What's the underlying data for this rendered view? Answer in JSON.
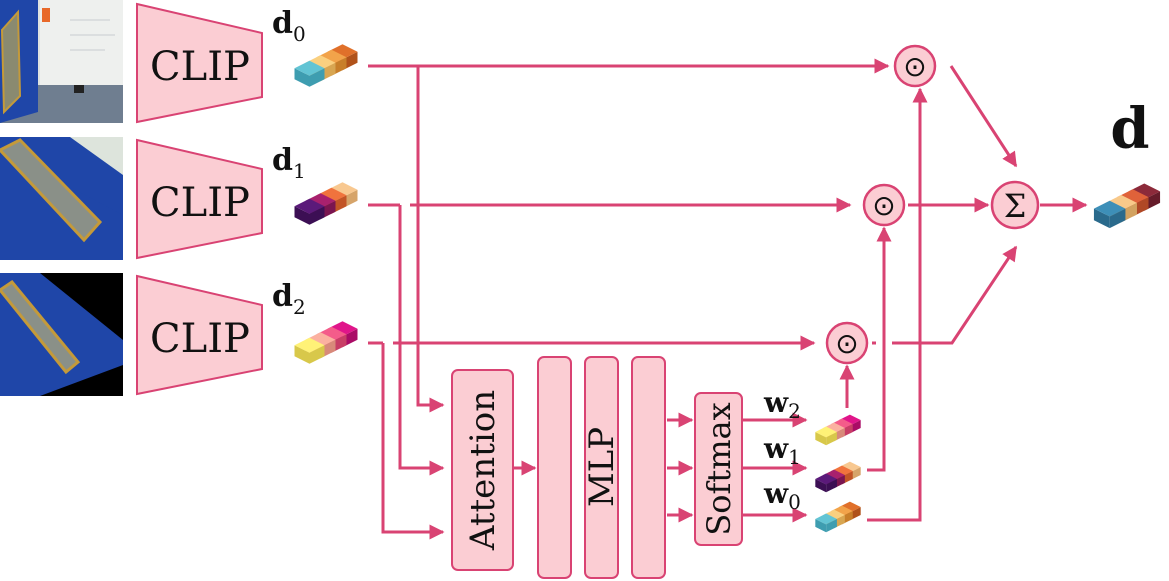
{
  "colors": {
    "accent": "#d94373",
    "block_fill": "#fbcdd3",
    "block_stroke": "#d94373",
    "text": "#111111"
  },
  "inputs": [
    {
      "image_name": "door-view-1-photo",
      "encoder_label": "CLIP",
      "embedding_label": "d",
      "embedding_subscript": "0",
      "palette": "teal-yellow-orange"
    },
    {
      "image_name": "door-view-2-photo",
      "encoder_label": "CLIP",
      "embedding_label": "d",
      "embedding_subscript": "1",
      "palette": "purple-magenta-peach"
    },
    {
      "image_name": "door-view-3-photo",
      "encoder_label": "CLIP",
      "embedding_label": "d",
      "embedding_subscript": "2",
      "palette": "yellow-pink-magenta"
    }
  ],
  "attention_label": "Attention",
  "mlp_label": "MLP",
  "softmax_label": "Softmax",
  "weights": [
    {
      "label": "w",
      "subscript": "2"
    },
    {
      "label": "w",
      "subscript": "1"
    },
    {
      "label": "w",
      "subscript": "0"
    }
  ],
  "multiply_symbol": "⊙",
  "sum_symbol": "Σ",
  "output_label": "d"
}
